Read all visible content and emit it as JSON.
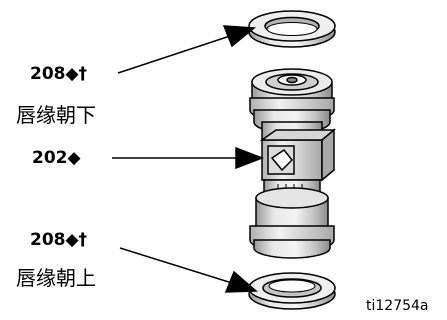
{
  "callouts": {
    "top_seal": {
      "part": "208◆†",
      "note": "唇缘朝下"
    },
    "body": {
      "part": "202◆"
    },
    "bottom_seal": {
      "part": "208◆†",
      "note": "唇缘朝上"
    }
  },
  "figure_id": "ti12754a",
  "colors": {
    "line": "#000000",
    "part_light": "#e6e6e6",
    "part_mid": "#c8c8c8",
    "part_dark": "#9a9a9a"
  }
}
